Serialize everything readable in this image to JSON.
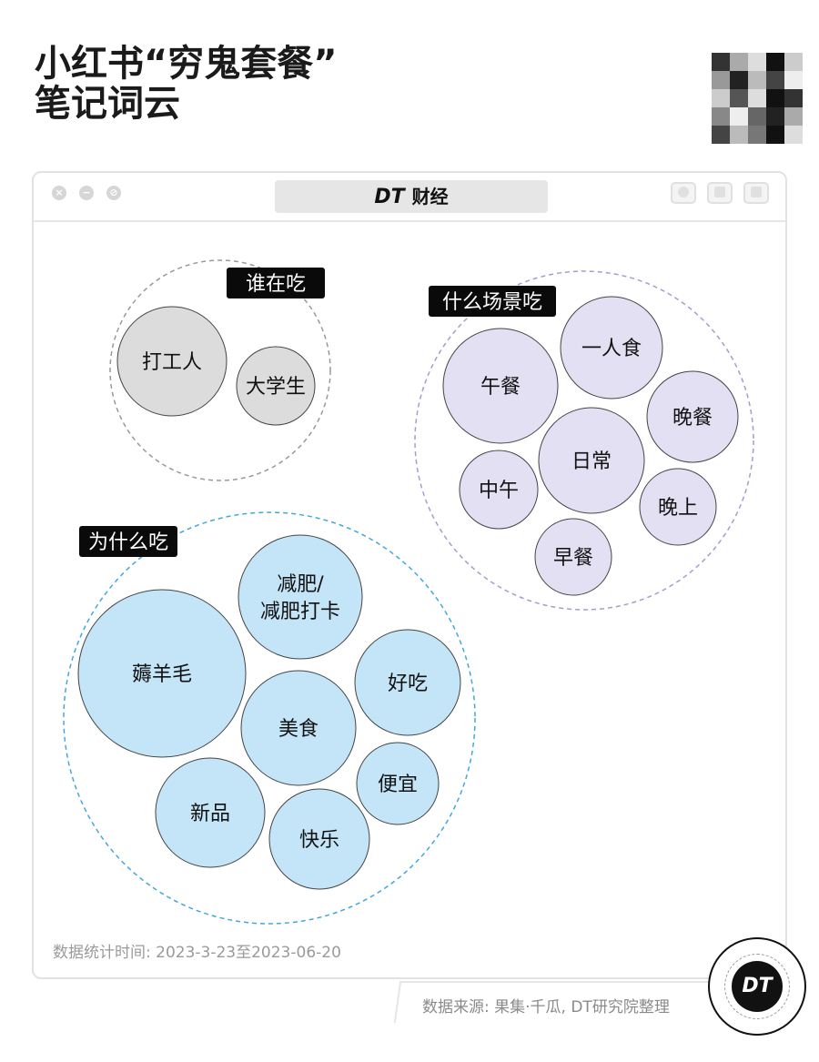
{
  "title": {
    "line1": "小红书“穷鬼套餐”",
    "line2": "笔记词云"
  },
  "window": {
    "tab_brand": "DT",
    "tab_label": "财经"
  },
  "groups": [
    {
      "label": "谁在吃",
      "fill": "#dcdcdc",
      "stroke": "#999999",
      "bubbles": [
        {
          "text": "打工人"
        },
        {
          "text": "大学生"
        }
      ]
    },
    {
      "label": "什么场景吃",
      "fill": "#e4e0f4",
      "stroke": "#a99ad0",
      "bubbles": [
        {
          "text": "午餐"
        },
        {
          "text": "一人食"
        },
        {
          "text": "晚餐"
        },
        {
          "text": "日常"
        },
        {
          "text": "中午"
        },
        {
          "text": "晚上"
        },
        {
          "text": "早餐"
        }
      ]
    },
    {
      "label": "为什么吃",
      "fill": "#c4e5f7",
      "stroke": "#43a7dc",
      "bubbles": [
        {
          "text": "薅羊毛"
        },
        {
          "text": "减肥/\n减肥打卡"
        },
        {
          "text": "好吃"
        },
        {
          "text": "美食"
        },
        {
          "text": "便宜"
        },
        {
          "text": "新品"
        },
        {
          "text": "快乐"
        }
      ]
    }
  ],
  "footer": {
    "date_note": "数据统计时间: 2023-3-23至2023-06-20",
    "source": "数据来源: 果集·千瓜, DT研究院整理",
    "logo": "DT"
  }
}
